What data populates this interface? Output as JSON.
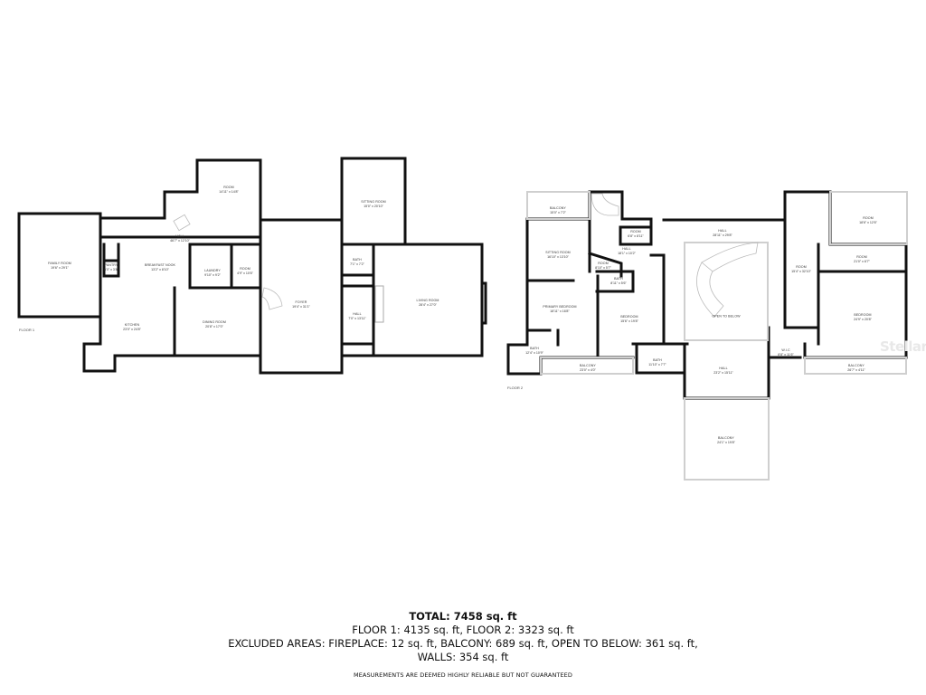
{
  "floor_plan": {
    "floor1": {
      "label": "FLOOR 1",
      "rooms": [
        {
          "name": "FAMILY ROOM",
          "dims": "19'6\" x 29'1\""
        },
        {
          "name": "PANTRY",
          "dims": "6'0\" x 3'8\""
        },
        {
          "name": "HALL",
          "dims": "46'7\" x 12'10\""
        },
        {
          "name": "ROOM",
          "dims": "14'11\" x 14'8\""
        },
        {
          "name": "BREAKFAST NOOK",
          "dims": "13'2\" x 8'10\""
        },
        {
          "name": "LAUNDRY",
          "dims": "9'10\" x 9'2\""
        },
        {
          "name": "ROOM",
          "dims": "4'9\" x 10'6\""
        },
        {
          "name": "KITCHEN",
          "dims": "23'0\" x 24'8\""
        },
        {
          "name": "DINING ROOM",
          "dims": "20'8\" x 17'0\""
        },
        {
          "name": "FOYER",
          "dims": "19'4\" x 31'1\""
        },
        {
          "name": "SITTING ROOM",
          "dims": "15'0\" x 20'10\""
        },
        {
          "name": "BATH",
          "dims": "7'1\" x 7'2\""
        },
        {
          "name": "HALL",
          "dims": "7'0\" x 13'11\""
        },
        {
          "name": "LIVING ROOM",
          "dims": "28'4\" x 27'0\""
        }
      ]
    },
    "floor2": {
      "label": "FLOOR 2",
      "rooms": [
        {
          "name": "BALCONY",
          "dims": "15'0\" x 7'2\""
        },
        {
          "name": "SITTING ROOM",
          "dims": "16'10\" x 13'10\""
        },
        {
          "name": "ROOM",
          "dims": "6'8\" x 8'11\""
        },
        {
          "name": "HALL",
          "dims": "18'1\" x 10'2\""
        },
        {
          "name": "ROOM",
          "dims": "8'10\" x 5'7\""
        },
        {
          "name": "BATH",
          "dims": "8'11\" x 5'6\""
        },
        {
          "name": "PRIMARY BEDROOM",
          "dims": "18'11\" x 16'8\""
        },
        {
          "name": "BEDROOM",
          "dims": "15'6\" x 19'8\""
        },
        {
          "name": "BATH",
          "dims": "12'4\" x 10'9\""
        },
        {
          "name": "BALCONY",
          "dims": "23'0\" x 4'0\""
        },
        {
          "name": "BATH",
          "dims": "11'10\" x 7'7\""
        },
        {
          "name": "HALL",
          "dims": "28'11\" x 29'8\""
        },
        {
          "name": "OPEN TO BELOW",
          "dims": ""
        },
        {
          "name": "ROOM",
          "dims": "15'4\" x 32'10\""
        },
        {
          "name": "ROOM",
          "dims": "18'6\" x 12'6\""
        },
        {
          "name": "ROOM",
          "dims": "21'0\" x 6'7\""
        },
        {
          "name": "BEDROOM",
          "dims": "24'9\" x 20'8\""
        },
        {
          "name": "W.I.C",
          "dims": "8'8\" x 11'6\""
        },
        {
          "name": "BALCONY",
          "dims": "26'7\" x 4'11\""
        },
        {
          "name": "HALL",
          "dims": "23'2\" x 15'11\""
        },
        {
          "name": "BALCONY",
          "dims": "24'1\" x 19'8\""
        }
      ]
    }
  },
  "summary": {
    "total": "TOTAL: 7458 sq. ft",
    "floors": "FLOOR 1: 4135 sq. ft, FLOOR 2: 3323 sq. ft",
    "excluded_line1": "EXCLUDED AREAS: FIREPLACE: 12 sq. ft, BALCONY: 689 sq. ft, OPEN TO BELOW: 361 sq. ft,",
    "excluded_line2": "WALLS: 354 sq. ft",
    "disclaimer": "MEASUREMENTS ARE DEEMED HIGHLY RELIABLE BUT NOT GUARANTEED"
  },
  "watermark": "StellarMLS",
  "colors": {
    "wall": "#111111",
    "window": "#d9d9d9",
    "balcony": "#cfcfcf"
  }
}
